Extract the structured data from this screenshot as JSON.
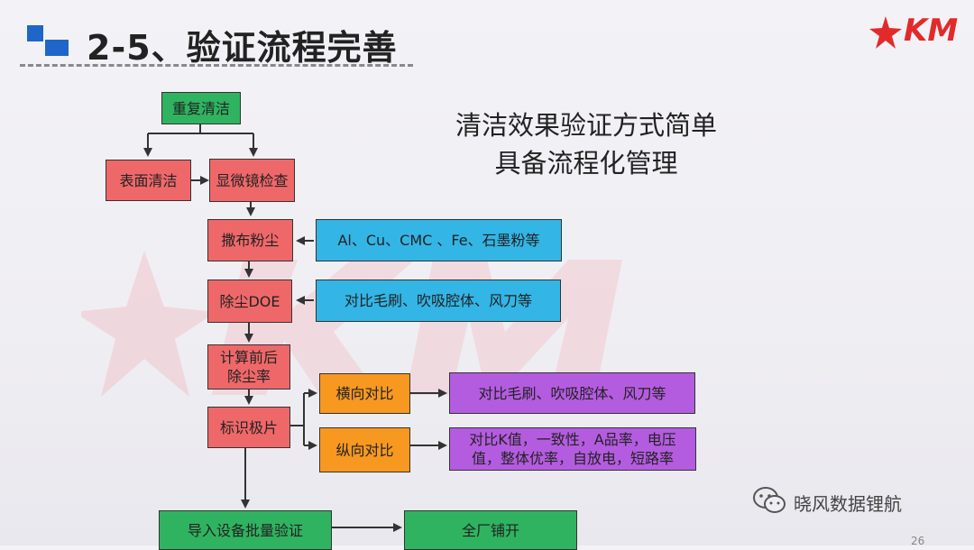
{
  "header": {
    "title": "2-5、验证流程完善",
    "logo_text": "KM"
  },
  "slogan": {
    "line1": "清洁效果验证方式简单",
    "line2": "具备流程化管理"
  },
  "flow": {
    "repeat_clean": "重复清洁",
    "surface_clean": "表面清洁",
    "microscope_check": "显微镜检查",
    "spread_dust": "撒布粉尘",
    "dust_removal_doe": "除尘DOE",
    "calc_rate": "计算前后除尘率",
    "mark_pole": "标识极片",
    "horizontal_compare": "横向对比",
    "vertical_compare": "纵向对比",
    "import_equipment": "导入设备批量验证",
    "factory_rollout": "全厂铺开"
  },
  "notes": {
    "dust_materials": "Al、Cu、CMC 、Fe、石墨粉等",
    "doe_tools": "对比毛刷、吹吸腔体、风刀等",
    "horizontal_detail": "对比毛刷、吹吸腔体、风刀等",
    "vertical_detail": "对比K值，一致性，A品率，电压值，整体优率，自放电，短路率"
  },
  "watermark": {
    "account_name": "晓风数据锂航"
  },
  "footer": {
    "page_number": "26"
  },
  "colors": {
    "green": "#2fb360",
    "red": "#ef6869",
    "blue": "#33b5e5",
    "orange": "#f79820",
    "purple": "#b45ce0",
    "accent_blue": "#1f66c8",
    "logo_red": "#e32a2a"
  }
}
